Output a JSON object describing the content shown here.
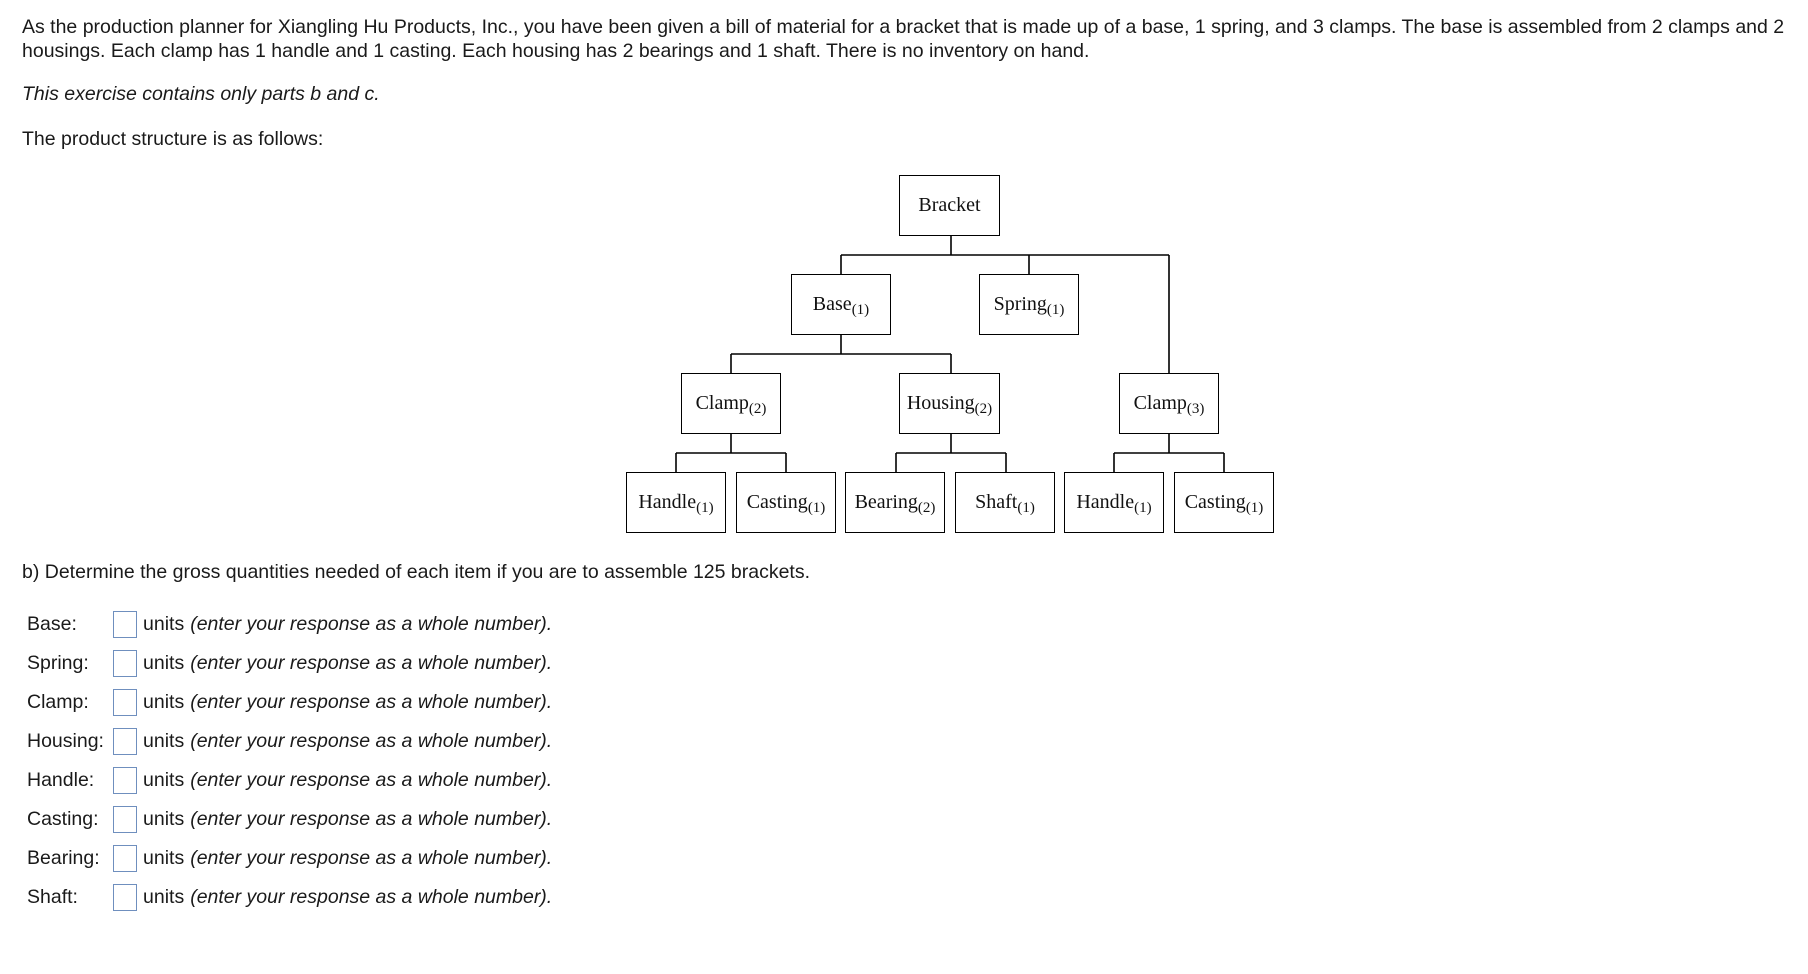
{
  "intro": "As the production planner for Xiangling Hu Products, Inc., you have been given a bill of material for a bracket that is made up of a base, 1 spring, and 3 clamps. The base is assembled from 2 clamps and 2 housings. Each clamp has 1 handle and 1 casting. Each housing has 2 bearings and 1 shaft. There is no inventory on hand.",
  "note": "This exercise contains only parts b and c.",
  "structure_label": "The product structure is as follows:",
  "tree": {
    "bracket": {
      "name": "Bracket",
      "qty": ""
    },
    "base": {
      "name": "Base",
      "qty": "(1)"
    },
    "spring": {
      "name": "Spring",
      "qty": "(1)"
    },
    "clamp_a": {
      "name": "Clamp",
      "qty": "(2)"
    },
    "housing": {
      "name": "Housing",
      "qty": "(2)"
    },
    "clamp_b": {
      "name": "Clamp",
      "qty": "(3)"
    },
    "handle_a": {
      "name": "Handle",
      "qty": "(1)"
    },
    "casting_a": {
      "name": "Casting",
      "qty": "(1)"
    },
    "bearing": {
      "name": "Bearing",
      "qty": "(2)"
    },
    "shaft": {
      "name": "Shaft",
      "qty": "(1)"
    },
    "handle_b": {
      "name": "Handle",
      "qty": "(1)"
    },
    "casting_b": {
      "name": "Casting",
      "qty": "(1)"
    }
  },
  "question": "b) Determine the gross quantities needed of each item if you are to assemble 125 brackets.",
  "answers": [
    {
      "label": "Base:",
      "value": "",
      "unit": "units",
      "hint": "(enter your response as a whole number)."
    },
    {
      "label": "Spring:",
      "value": "",
      "unit": "units",
      "hint": "(enter your response as a whole number)."
    },
    {
      "label": "Clamp:",
      "value": "",
      "unit": "units",
      "hint": "(enter your response as a whole number)."
    },
    {
      "label": "Housing:",
      "value": "",
      "unit": "units",
      "hint": "(enter your response as a whole number)."
    },
    {
      "label": "Handle:",
      "value": "",
      "unit": "units",
      "hint": "(enter your response as a whole number)."
    },
    {
      "label": "Casting:",
      "value": "",
      "unit": "units",
      "hint": "(enter your response as a whole number)."
    },
    {
      "label": "Bearing:",
      "value": "",
      "unit": "units",
      "hint": "(enter your response as a whole number)."
    },
    {
      "label": "Shaft:",
      "value": "",
      "unit": "units",
      "hint": "(enter your response as a whole number)."
    }
  ]
}
